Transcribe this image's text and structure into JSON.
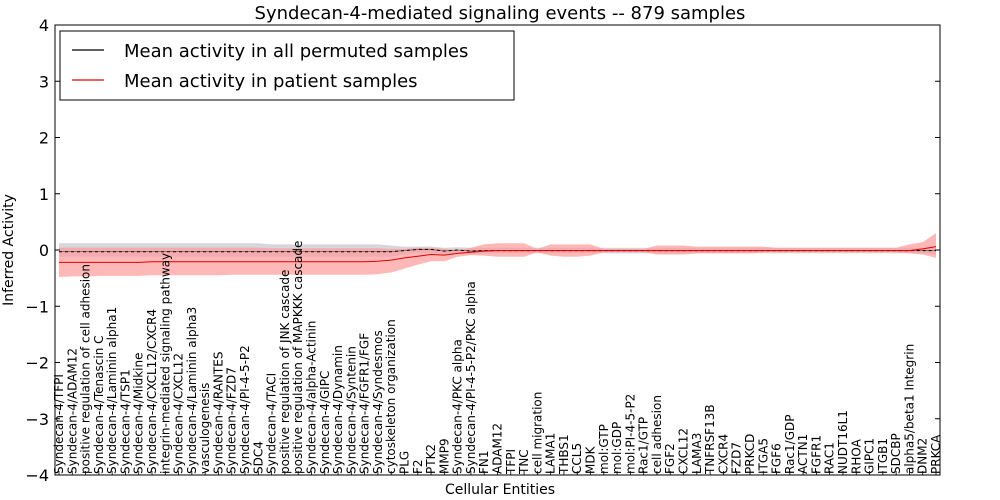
{
  "chart_data": {
    "type": "line",
    "title": "Syndecan-4-mediated signaling events -- 879 samples",
    "xlabel": "Cellular Entities",
    "ylabel": "Inferred Activity",
    "ylim": [
      -4,
      4
    ],
    "yticks": [
      -4,
      -3,
      -2,
      -1,
      0,
      1,
      2,
      3,
      4
    ],
    "grid": false,
    "legend_position": "top-left",
    "colors": {
      "permuted": "#000000",
      "patient": "#e00000",
      "patient_band": "#ff9a9a",
      "permuted_band": "#c8c8d0"
    },
    "categories": [
      "Syndecan-4/TFPI",
      "Syndecan-4/ADAM12",
      "positive regulation of cell adhesion",
      "Syndecan-4/Tenascin C",
      "Syndecan-4/Laminin alpha1",
      "Syndecan-4/TSP1",
      "Syndecan-4/Midkine",
      "Syndecan-4/CXCL12/CXCR4",
      "integrin-mediated signaling pathway",
      "Syndecan-4/CXCL12",
      "Syndecan-4/Laminin alpha3",
      "vasculogenesis",
      "Syndecan-4/RANTES",
      "Syndecan-4/FZD7",
      "Syndecan-4/PI-4-5-P2",
      "SDC4",
      "Syndecan-4/TACI",
      "positive regulation of JNK cascade",
      "positive regulation of MAPKKK cascade",
      "Syndecan-4/alpha-Actinin",
      "Syndecan-4/GIPC",
      "Syndecan-4/Dynamin",
      "Syndecan-4/Syntenin",
      "Syndecan-4/FGFR1/FGF",
      "Syndecan-4/Syndesmos",
      "cytoskeleton organization",
      "PLG",
      "F2",
      "PTK2",
      "MMP9",
      "Syndecan-4/PKC alpha",
      "Syndecan-4/PI-4-5-P2/PKC alpha",
      "FN1",
      "ADAM12",
      "TFPI",
      "TNC",
      "cell migration",
      "LAMA1",
      "THBS1",
      "CCL5",
      "MDK",
      "mol:GTP",
      "mol:GDP",
      "mol:PI-4-5-P2",
      "Rac1/GTP",
      "cell adhesion",
      "FGF2",
      "CXCL12",
      "LAMA3",
      "TNFRSF13B",
      "CXCR4",
      "FZD7",
      "PRKCD",
      "ITGA5",
      "FGF6",
      "Rac1/GDP",
      "ACTN1",
      "FGFR1",
      "RAC1",
      "NUDT16L1",
      "RHOA",
      "GIPC1",
      "ITGB1",
      "SDCBP",
      "alpha5/beta1 Integrin",
      "DNM2",
      "PRKCA"
    ],
    "series": [
      {
        "name": "Mean activity in all permuted samples",
        "values": [
          -0.03,
          -0.03,
          -0.03,
          -0.03,
          -0.03,
          -0.03,
          -0.03,
          -0.03,
          -0.03,
          -0.03,
          -0.03,
          -0.03,
          -0.03,
          -0.03,
          -0.03,
          -0.03,
          -0.03,
          -0.03,
          -0.03,
          -0.03,
          -0.03,
          -0.03,
          -0.03,
          -0.03,
          -0.03,
          -0.03,
          -0.01,
          0.01,
          0.01,
          -0.02,
          0.0,
          -0.02,
          -0.01,
          -0.01,
          -0.01,
          -0.01,
          -0.01,
          -0.01,
          -0.01,
          -0.01,
          -0.01,
          -0.01,
          -0.01,
          -0.01,
          -0.01,
          -0.01,
          -0.01,
          -0.01,
          -0.01,
          -0.01,
          -0.01,
          -0.01,
          -0.01,
          -0.01,
          -0.01,
          -0.01,
          -0.01,
          -0.01,
          -0.01,
          -0.01,
          -0.01,
          -0.01,
          -0.01,
          -0.01,
          -0.01,
          -0.01,
          -0.01
        ],
        "lower": [
          -0.12,
          -0.12,
          -0.12,
          -0.12,
          -0.12,
          -0.12,
          -0.12,
          -0.12,
          -0.12,
          -0.12,
          -0.12,
          -0.12,
          -0.12,
          -0.12,
          -0.12,
          -0.12,
          -0.12,
          -0.12,
          -0.12,
          -0.12,
          -0.12,
          -0.12,
          -0.12,
          -0.12,
          -0.12,
          -0.12,
          -0.08,
          -0.05,
          -0.05,
          -0.08,
          -0.06,
          -0.08,
          -0.06,
          -0.06,
          -0.06,
          -0.06,
          -0.06,
          -0.06,
          -0.06,
          -0.06,
          -0.06,
          -0.06,
          -0.06,
          -0.06,
          -0.06,
          -0.06,
          -0.06,
          -0.06,
          -0.06,
          -0.06,
          -0.06,
          -0.06,
          -0.06,
          -0.06,
          -0.06,
          -0.06,
          -0.06,
          -0.06,
          -0.06,
          -0.06,
          -0.06,
          -0.06,
          -0.06,
          -0.06,
          -0.06,
          -0.06,
          -0.08
        ],
        "upper": [
          0.12,
          0.12,
          0.12,
          0.12,
          0.12,
          0.12,
          0.12,
          0.12,
          0.12,
          0.12,
          0.12,
          0.12,
          0.12,
          0.12,
          0.12,
          0.12,
          0.1,
          0.1,
          0.1,
          0.1,
          0.1,
          0.1,
          0.1,
          0.1,
          0.1,
          0.08,
          0.06,
          0.06,
          0.06,
          0.04,
          0.05,
          0.04,
          0.04,
          0.04,
          0.04,
          0.04,
          0.04,
          0.04,
          0.04,
          0.04,
          0.04,
          0.04,
          0.04,
          0.04,
          0.04,
          0.04,
          0.04,
          0.04,
          0.04,
          0.04,
          0.04,
          0.04,
          0.04,
          0.04,
          0.04,
          0.04,
          0.04,
          0.04,
          0.04,
          0.04,
          0.04,
          0.04,
          0.04,
          0.04,
          0.04,
          0.04,
          0.06
        ]
      },
      {
        "name": "Mean activity in patient samples",
        "values": [
          -0.22,
          -0.22,
          -0.22,
          -0.22,
          -0.22,
          -0.22,
          -0.22,
          -0.21,
          -0.21,
          -0.21,
          -0.21,
          -0.21,
          -0.21,
          -0.21,
          -0.21,
          -0.21,
          -0.21,
          -0.21,
          -0.21,
          -0.21,
          -0.21,
          -0.21,
          -0.21,
          -0.21,
          -0.2,
          -0.18,
          -0.14,
          -0.11,
          -0.08,
          -0.09,
          -0.06,
          -0.04,
          -0.02,
          -0.01,
          -0.01,
          -0.01,
          -0.01,
          -0.01,
          -0.01,
          -0.01,
          -0.01,
          -0.01,
          -0.01,
          -0.01,
          -0.01,
          -0.01,
          -0.01,
          -0.01,
          -0.01,
          -0.01,
          -0.01,
          -0.01,
          -0.01,
          -0.01,
          -0.01,
          -0.01,
          -0.01,
          -0.01,
          -0.01,
          -0.01,
          -0.01,
          -0.01,
          -0.01,
          -0.01,
          -0.01,
          0.02,
          0.06
        ],
        "lower": [
          -0.48,
          -0.47,
          -0.47,
          -0.46,
          -0.46,
          -0.46,
          -0.46,
          -0.45,
          -0.45,
          -0.45,
          -0.45,
          -0.45,
          -0.45,
          -0.44,
          -0.44,
          -0.44,
          -0.44,
          -0.44,
          -0.44,
          -0.44,
          -0.44,
          -0.44,
          -0.44,
          -0.44,
          -0.43,
          -0.4,
          -0.33,
          -0.26,
          -0.2,
          -0.2,
          -0.12,
          -0.09,
          -0.1,
          -0.12,
          -0.12,
          -0.12,
          -0.04,
          -0.1,
          -0.12,
          -0.12,
          -0.1,
          -0.04,
          -0.04,
          -0.04,
          -0.04,
          -0.08,
          -0.08,
          -0.08,
          -0.06,
          -0.06,
          -0.06,
          -0.06,
          -0.06,
          -0.04,
          -0.04,
          -0.04,
          -0.04,
          -0.04,
          -0.04,
          -0.04,
          -0.04,
          -0.04,
          -0.04,
          -0.04,
          -0.06,
          -0.08,
          -0.14
        ],
        "upper": [
          0.04,
          0.04,
          0.04,
          0.04,
          0.04,
          0.04,
          0.04,
          0.04,
          0.04,
          0.04,
          0.04,
          0.04,
          0.04,
          0.04,
          0.04,
          0.04,
          0.03,
          0.03,
          0.03,
          0.03,
          0.03,
          0.03,
          0.03,
          0.03,
          0.03,
          0.02,
          0.02,
          0.04,
          0.04,
          0.02,
          0.0,
          0.04,
          0.1,
          0.12,
          0.12,
          0.12,
          0.02,
          0.1,
          0.1,
          0.1,
          0.1,
          0.02,
          0.02,
          0.02,
          0.02,
          0.08,
          0.08,
          0.08,
          0.06,
          0.06,
          0.06,
          0.06,
          0.06,
          0.06,
          0.04,
          0.04,
          0.04,
          0.04,
          0.04,
          0.04,
          0.04,
          0.04,
          0.04,
          0.04,
          0.1,
          0.14,
          0.3
        ]
      }
    ]
  }
}
